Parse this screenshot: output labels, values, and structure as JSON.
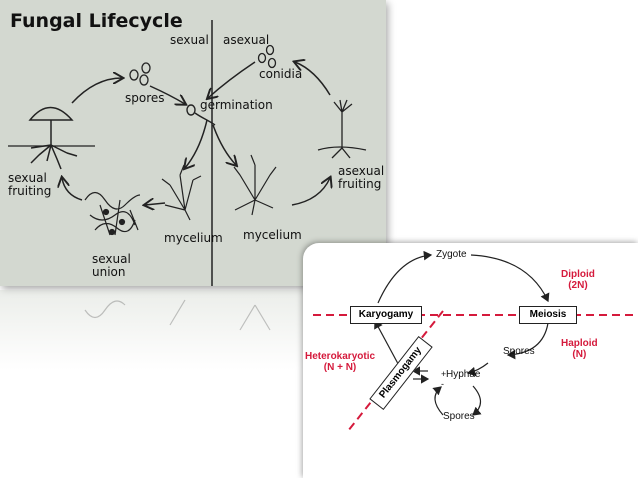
{
  "fungal": {
    "title": "Fungal Lifecycle",
    "sexual": "sexual",
    "asexual": "asexual",
    "spores": "spores",
    "conidia": "conidia",
    "germination": "germination",
    "sexual_fruiting": "sexual\nfruiting",
    "asexual_fruiting": "asexual\nfruiting",
    "mycelium_left": "mycelium",
    "mycelium_right": "mycelium",
    "sexual_union": "sexual\nunion"
  },
  "cycle": {
    "zygote": "Zygote",
    "diploid": "Diploid\n(2N)",
    "haploid": "Haploid\n(N)",
    "karyogamy": "Karyogamy",
    "meiosis": "Meiosis",
    "spores_upper": "Spores",
    "heterokaryotic": "Heterokaryotic\n(N + N)",
    "plasmogamy": "Plasmogamy",
    "hyphae": "Hyphae",
    "plus": "+",
    "minus": "-",
    "spores_lower": "Spores",
    "accent_color": "#d51a3c"
  }
}
